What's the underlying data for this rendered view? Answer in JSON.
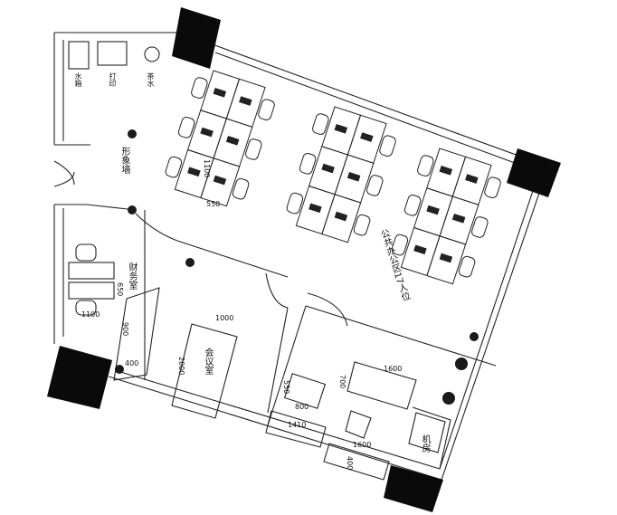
{
  "rooms": {
    "reception_wall": "形象墙",
    "open_office": "公共办公区17人位",
    "finance": "财务室",
    "meeting": "会议室",
    "server": "机房"
  },
  "fixtures": {
    "water_dispenser": "茶水",
    "printer": "打印",
    "storage": "水箱"
  },
  "dimensions": {
    "desk_depth": "1100",
    "desk_width": "550",
    "finance_w": "1100",
    "finance_d": "650",
    "meeting_table_w": "1000",
    "meeting_table_l": "2000",
    "cab_900": "900",
    "cab_400": "400",
    "sofa_w": "1410",
    "tea_table": "800",
    "tea_d": "550",
    "boss_desk_w": "1600",
    "boss_desk_d": "700",
    "chair_w": "1600",
    "cabinet_400": "400"
  },
  "colors": {
    "line": "#222222",
    "column": "#0a0a0a",
    "plant": "#1a1a1a"
  }
}
